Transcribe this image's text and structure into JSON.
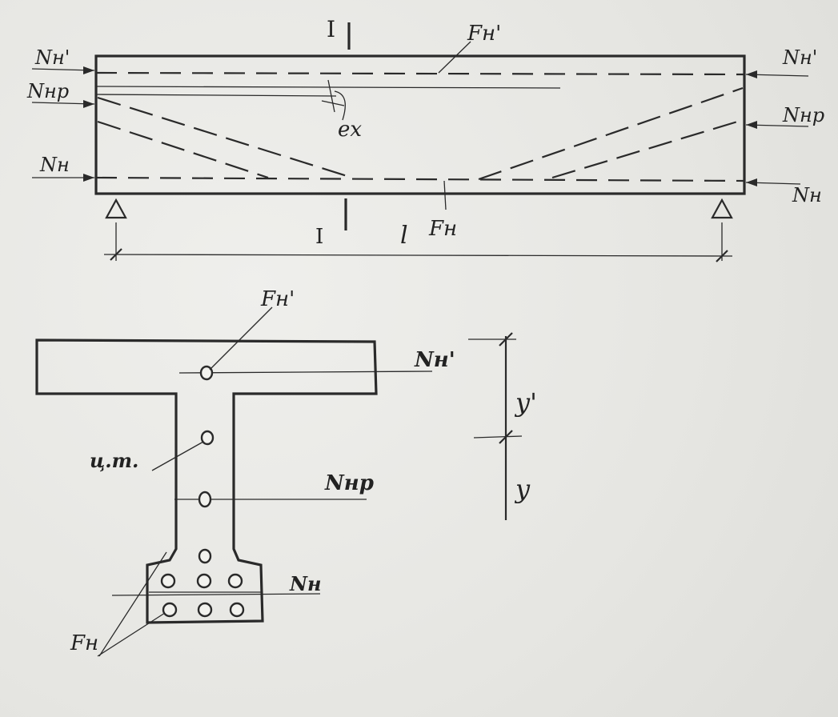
{
  "diagram": {
    "elevation": {
      "section_mark_top": "I",
      "section_mark_bottom": "I",
      "force_top_left": "Nн'",
      "force_prestress_left": "Nнр",
      "force_bottom_left": "Nн",
      "force_top_right": "Nн'",
      "force_prestress_right": "Nнр",
      "force_bottom_right": "Nн",
      "area_top": "Fн'",
      "area_bottom": "Fн",
      "eccentricity": "ex",
      "span": "l"
    },
    "cross_section": {
      "area_top": "Fн'",
      "centroid": "ц.т.",
      "area_bottom": "Fн",
      "force_top": "Nн'",
      "force_prestress": "Nнр",
      "force_bottom": "Nн",
      "dim_upper": "y'",
      "dim_lower": "y"
    }
  },
  "colors": {
    "ink": "#2a2a2a",
    "paper": "#e9e9e6"
  }
}
